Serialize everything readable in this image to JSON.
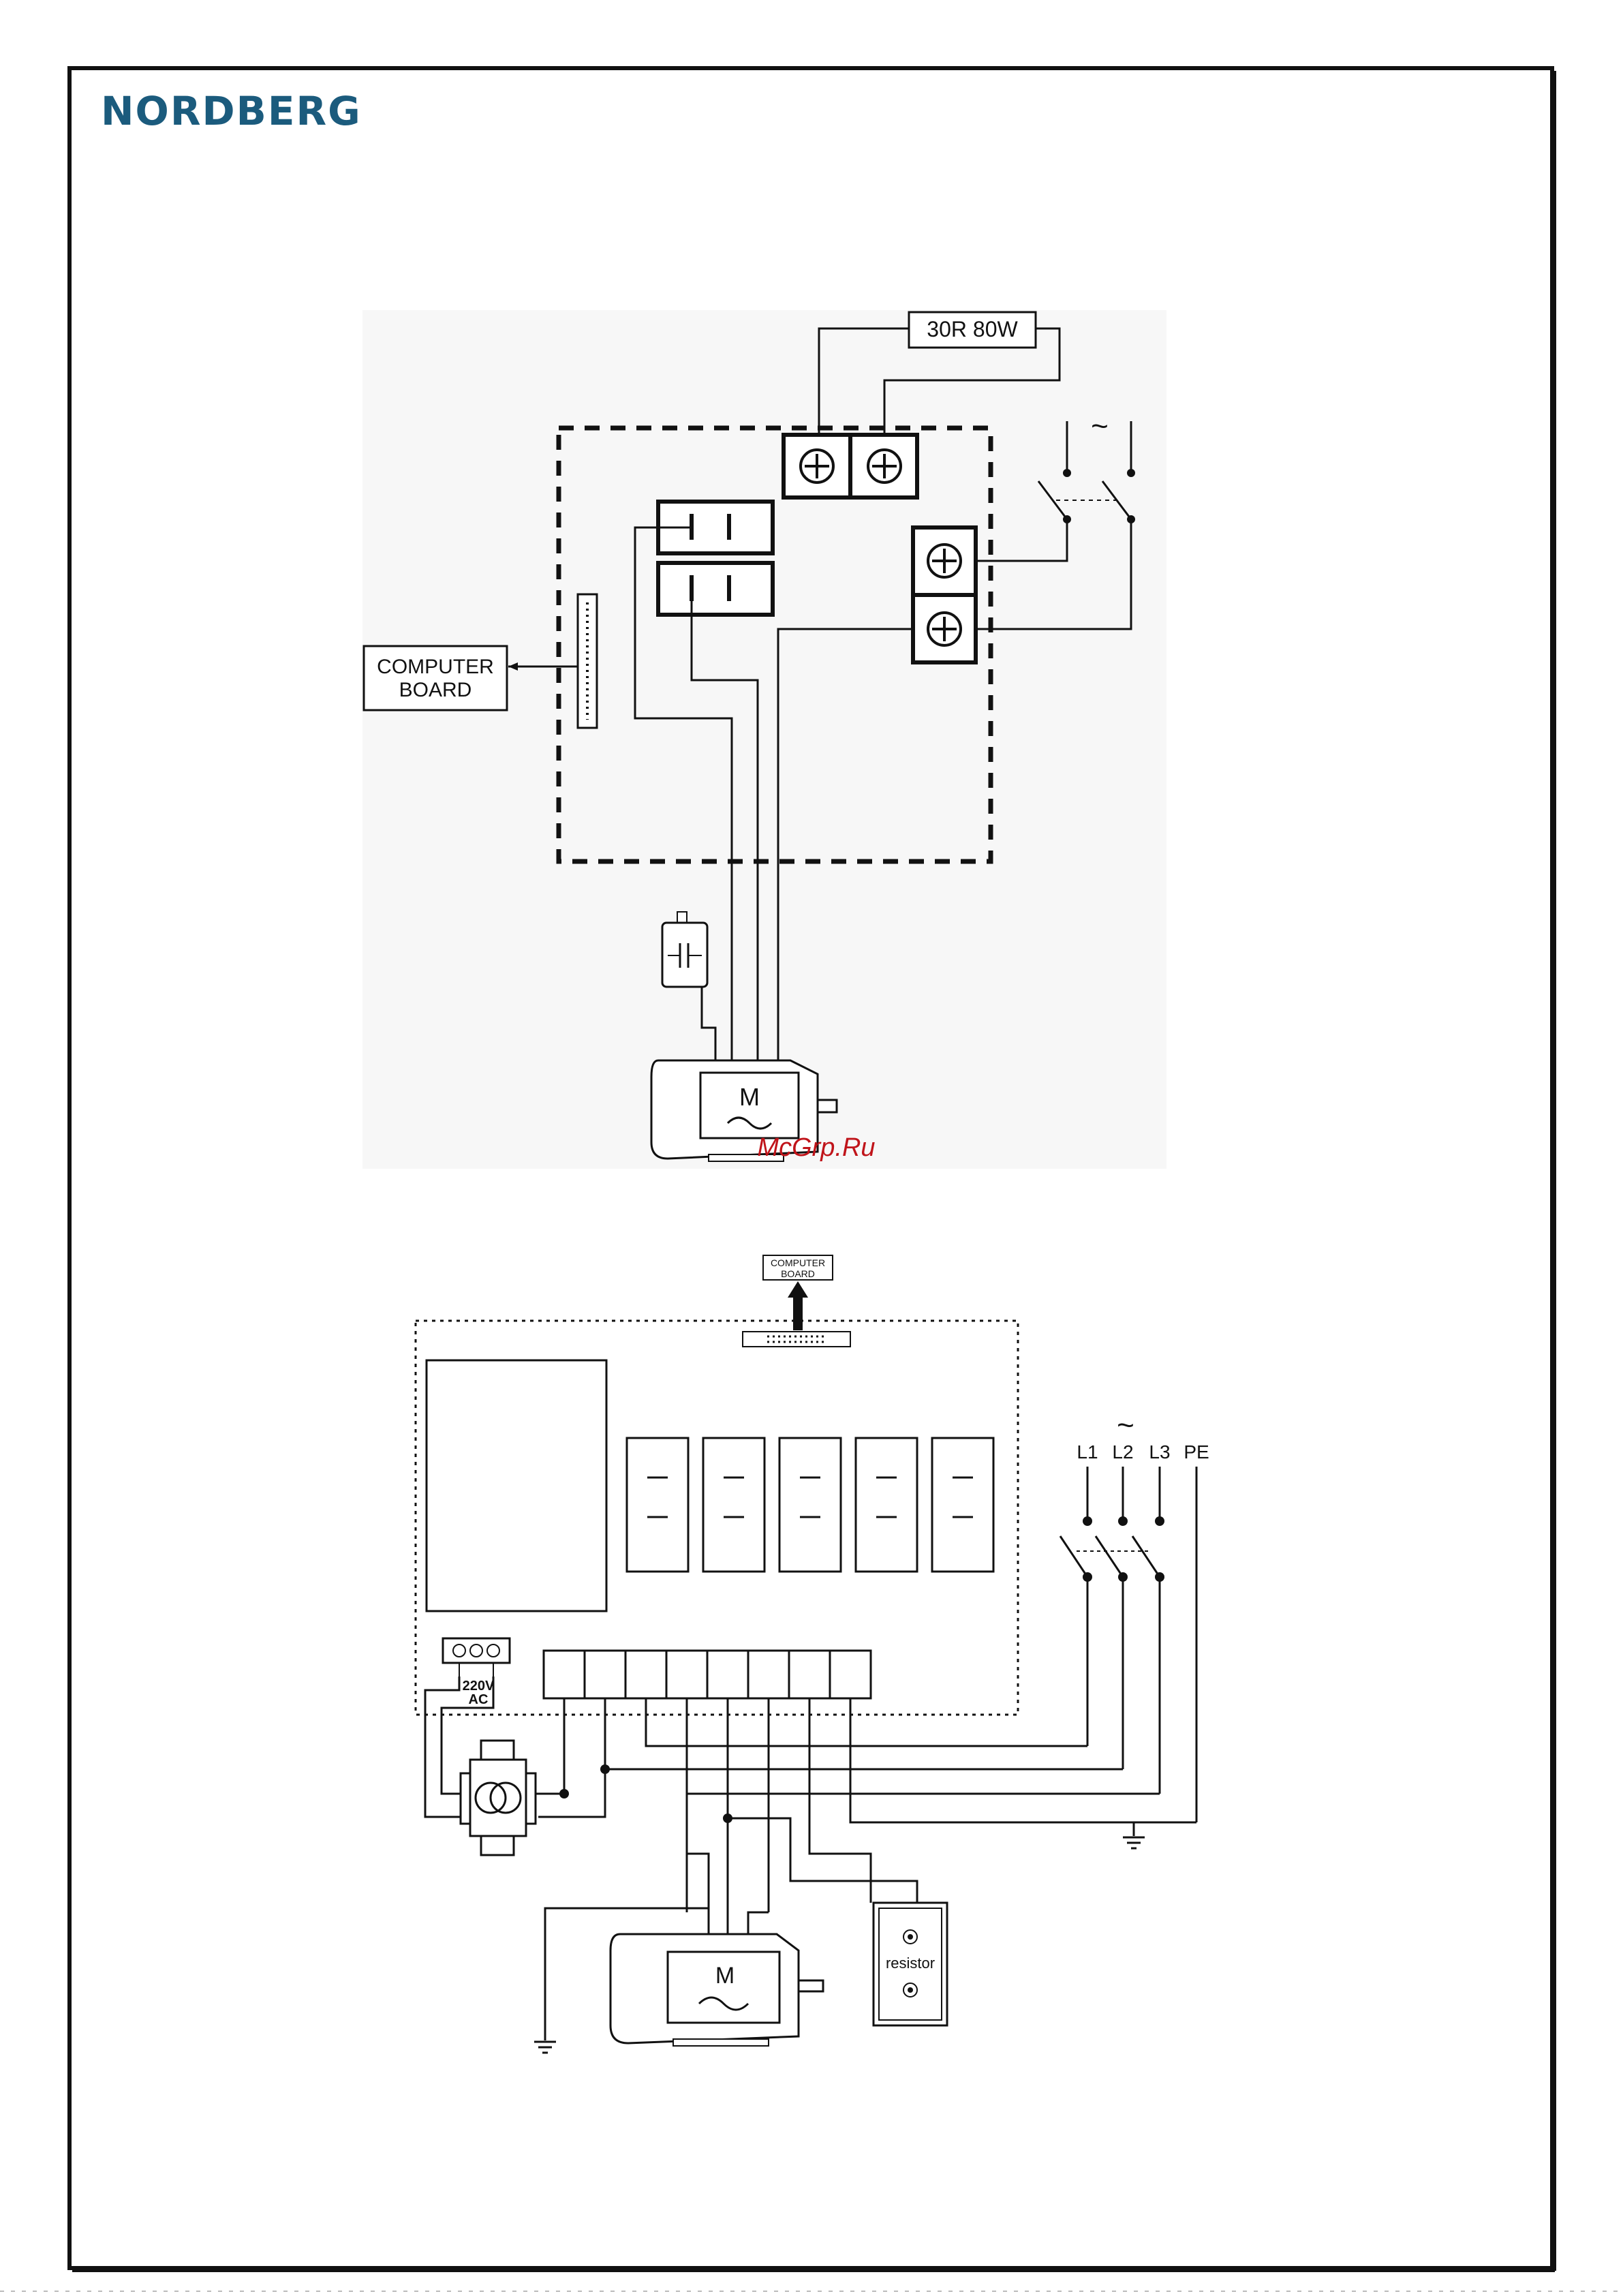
{
  "brand": {
    "logo_text": "NORDBERG",
    "logo_color": "#1b5b7d"
  },
  "colors": {
    "line": "#111111",
    "frame": "#111111",
    "watermark": "#c0141a"
  },
  "diagram1": {
    "resistor_label": "30R 80W",
    "computer_board_label_line1": "COMPUTER",
    "computer_board_label_line2": "BOARD",
    "motor_label": "M",
    "ac_symbol": "~"
  },
  "watermark": {
    "text": "McGrp.Ru"
  },
  "diagram2": {
    "computer_board_label_line1": "COMPUTER",
    "computer_board_label_line2": "BOARD",
    "supply_label_line1": "220V",
    "supply_label_line2": "AC",
    "phase_labels": [
      "L1",
      "L2",
      "L3",
      "PE"
    ],
    "ac_symbol": "~",
    "motor_label": "M",
    "resistor_label": "resistor"
  }
}
